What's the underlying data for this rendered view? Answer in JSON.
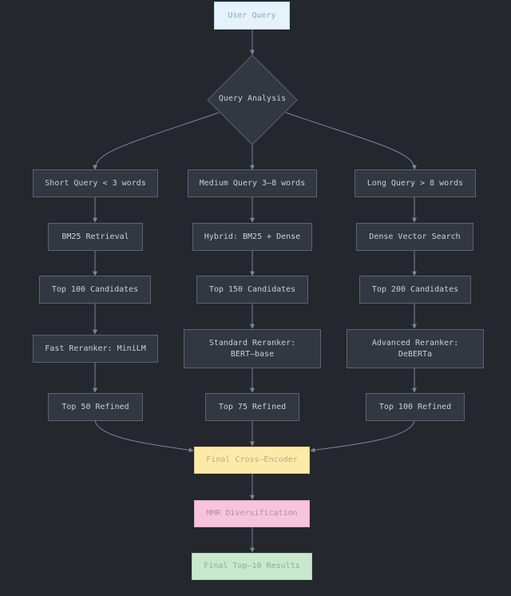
{
  "diagram": {
    "nodes": {
      "user_query": "User Query",
      "query_analysis": "Query Analysis",
      "short_query": "Short Query < 3 words",
      "medium_query": "Medium Query 3–8 words",
      "long_query": "Long Query > 8 words",
      "bm25": "BM25 Retrieval",
      "hybrid": "Hybrid: BM25 + Dense",
      "dense": "Dense Vector Search",
      "top100": "Top 100 Candidates",
      "top150": "Top 150 Candidates",
      "top200": "Top 200 Candidates",
      "fast_reranker": "Fast Reranker: MiniLM",
      "standard_reranker": "Standard Reranker:\nBERT–base",
      "advanced_reranker": "Advanced Reranker:\nDeBERTa",
      "top50_refined": "Top 50 Refined",
      "top75_refined": "Top 75 Refined",
      "top100_refined": "Top 100 Refined",
      "cross_encoder": "Final Cross–Encoder",
      "mmr": "MMR Diversification",
      "results": "Final Top–10 Results"
    },
    "colors": {
      "background": "#24272e",
      "node_fill": "#333740",
      "node_border": "#5c6370",
      "edge": "#7d8591",
      "start_fill": "#e4f3fd",
      "cross_encoder_fill": "#fdeaa9",
      "mmr_fill": "#f8c4dd",
      "results_fill": "#c9e8cd"
    }
  }
}
